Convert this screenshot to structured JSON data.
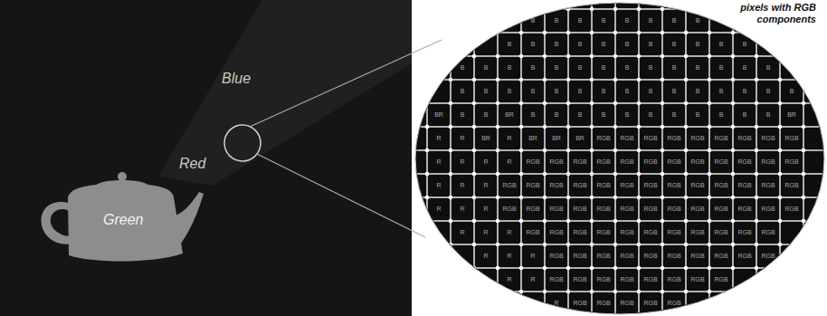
{
  "diagram": {
    "nodes": [
      {
        "text": [
          "Green"
        ]
      }
    ],
    "labels": [
      "Blue",
      "Red",
      "pixels with RGB components",
      "B",
      "B",
      "B",
      "B",
      "B",
      "B",
      "B",
      "B",
      "B",
      "B",
      "B",
      "B",
      "B",
      "B",
      "B",
      "B",
      "B",
      "B",
      "B",
      "B",
      "B",
      "B",
      "B",
      "B",
      "B",
      "B",
      "B",
      "B",
      "B",
      "B",
      "B",
      "B",
      "B",
      "B",
      "B",
      "B",
      "B",
      "B",
      "B",
      "B",
      "B",
      "B",
      "B",
      "B",
      "B",
      "B",
      "B",
      "B",
      "BR",
      "B",
      "B",
      "BR",
      "B",
      "B",
      "B",
      "B",
      "B",
      "B",
      "B",
      "B",
      "B",
      "B",
      "B",
      "BR",
      "R",
      "R",
      "BR",
      "R",
      "BR",
      "BR",
      "BR",
      "RGB",
      "RGB",
      "RGB",
      "RGB",
      "RGB",
      "RGB",
      "RGB",
      "RGB",
      "RGB",
      "R",
      "R",
      "R",
      "R",
      "RGB",
      "RGB",
      "RGB",
      "RGB",
      "RGB",
      "RGB",
      "RGB",
      "RGB",
      "RGB",
      "RGB",
      "RGB",
      "RGB",
      "R",
      "R",
      "R",
      "RGB",
      "RGB",
      "RGB",
      "RGB",
      "RGB",
      "RGB",
      "RGB",
      "RGB",
      "RGB",
      "RGB",
      "RGB",
      "RGB",
      "RGB",
      "R",
      "R",
      "R",
      "RGB",
      "RGB",
      "RGB",
      "RGB",
      "RGB",
      "RGB",
      "RGB",
      "RGB",
      "RGB",
      "RGB",
      "RGB",
      "RGB",
      "RGB",
      "R",
      "R",
      "R",
      "RGB",
      "RGB",
      "RGB",
      "RGB",
      "RGB",
      "RGB",
      "RGB",
      "RGB",
      "RGB",
      "RGB",
      "RGB",
      "R",
      "R",
      "R",
      "RGB",
      "RGB",
      "RGB",
      "RGB",
      "RGB",
      "RGB",
      "RGB",
      "RGB",
      "RGB",
      "RGB",
      "R",
      "R",
      "RGB",
      "RGB",
      "RGB",
      "RGB",
      "RGB",
      "RGB",
      "RGB",
      "RGB",
      "R",
      "RGB",
      "RGB",
      "RGB",
      "RGB",
      "RGB"
    ]
  }
}
